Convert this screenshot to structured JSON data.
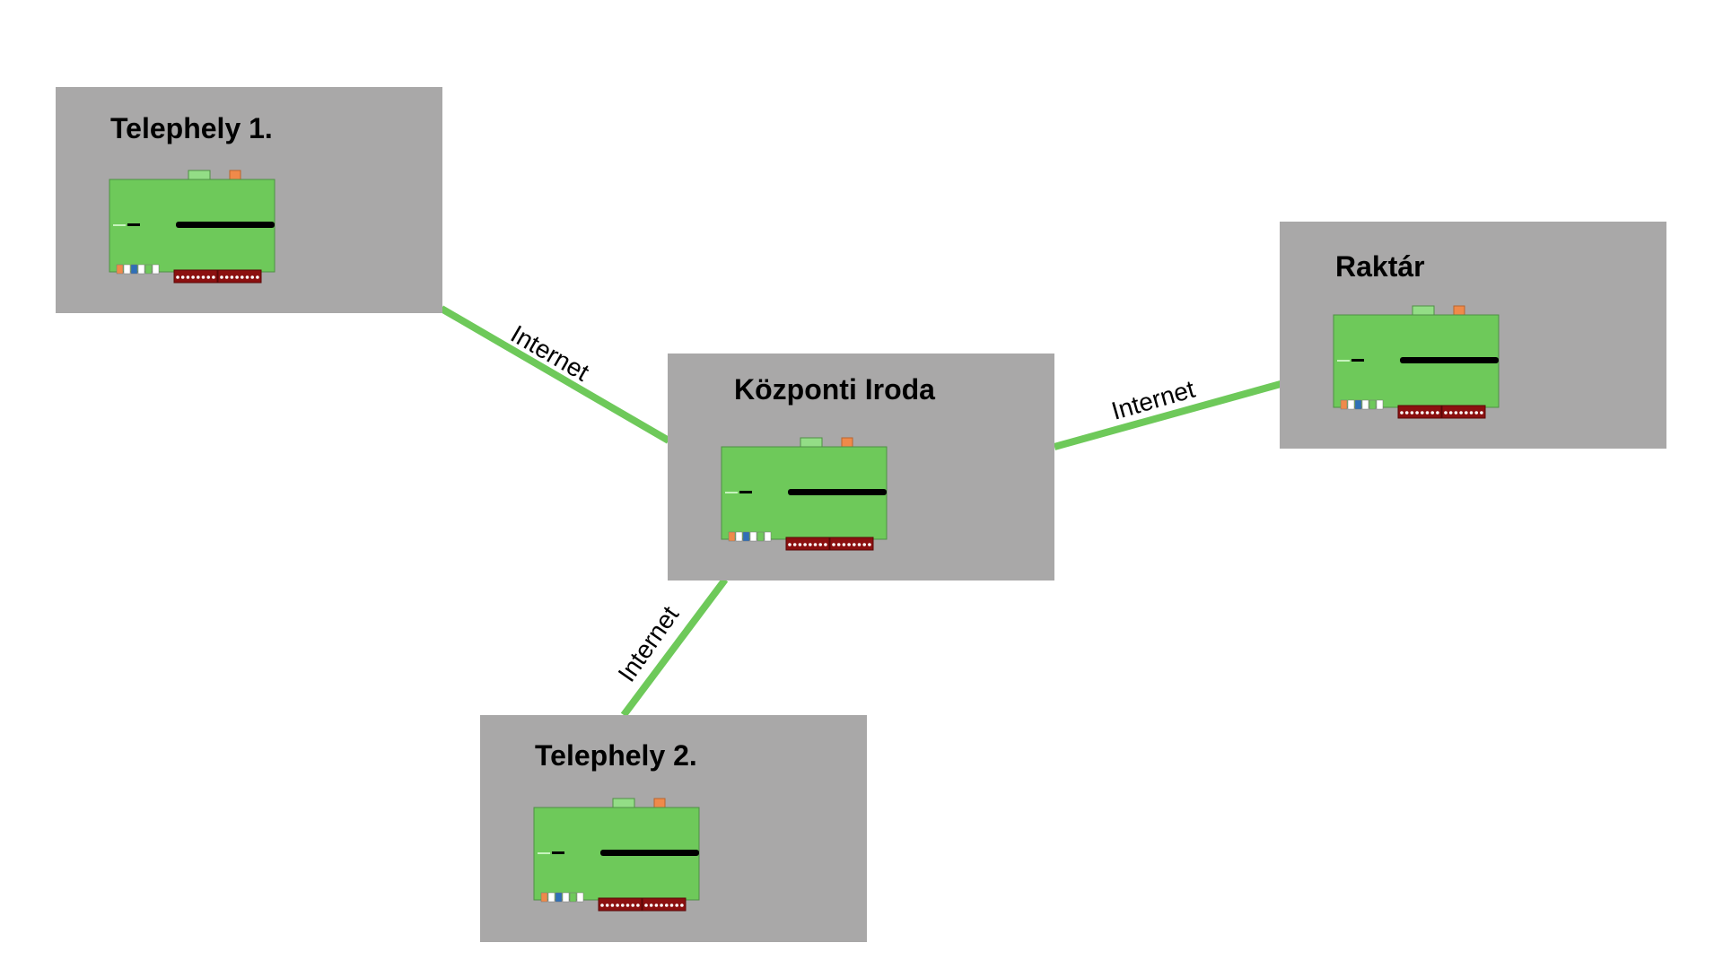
{
  "colors": {
    "site_box": "#a9a8a8",
    "connection": "#6ec95a",
    "board": "#6ec95a",
    "terminal_block": "#8b1010",
    "background": "#ffffff"
  },
  "sites": {
    "telephely1": {
      "title": "Telephely 1.",
      "icon": "controller-board-icon"
    },
    "kozponti": {
      "title": "Központi Iroda",
      "icon": "controller-board-icon"
    },
    "raktar": {
      "title": "Raktár",
      "icon": "controller-board-icon"
    },
    "telephely2": {
      "title": "Telephely 2.",
      "icon": "controller-board-icon"
    }
  },
  "connections": {
    "to_telephely1": {
      "label": "Internet",
      "from": "Központi Iroda",
      "to": "Telephely 1."
    },
    "to_raktar": {
      "label": "Internet",
      "from": "Központi Iroda",
      "to": "Raktár"
    },
    "to_telephely2": {
      "label": "Internet",
      "from": "Központi Iroda",
      "to": "Telephely 2."
    }
  }
}
